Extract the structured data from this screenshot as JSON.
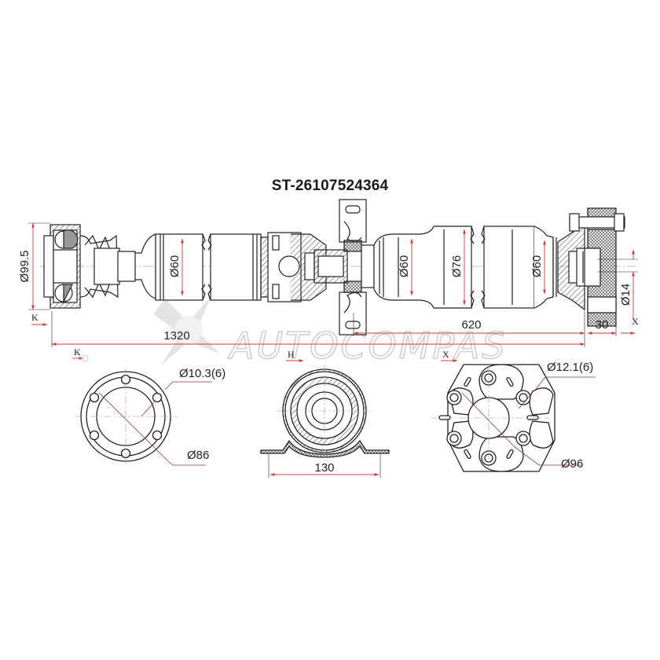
{
  "title": "ST-26107524364",
  "watermark": "AUTOCOMPAS",
  "colors": {
    "line": "#222222",
    "dimension_arrow": "#d33a3a",
    "hatch": "#444444",
    "watermark": "#d0d0d0",
    "background": "#ffffff"
  },
  "main_view": {
    "dimensions": {
      "flange_diameter": "Ø99.5",
      "tube_front_diameter": "Ø60",
      "tube_rear_front_diameter": "Ø60",
      "tube_rear_mid_diameter": "Ø76",
      "tube_rear_end_diameter": "Ø60",
      "coupling_bore": "Ø14",
      "total_length": "1320",
      "rear_length": "620",
      "coupling_width": "30"
    },
    "view_markers": {
      "k": "K",
      "x": "X"
    }
  },
  "detail_views": [
    {
      "marker": "K",
      "name": "front-flange",
      "hole_spec": "Ø10.3(6)",
      "pitch_diameter": "Ø86"
    },
    {
      "marker": "H",
      "name": "center-bearing",
      "width": "130"
    },
    {
      "marker": "X",
      "name": "flex-coupling",
      "hole_spec": "Ø12.1(6)",
      "pitch_diameter": "Ø96"
    }
  ]
}
